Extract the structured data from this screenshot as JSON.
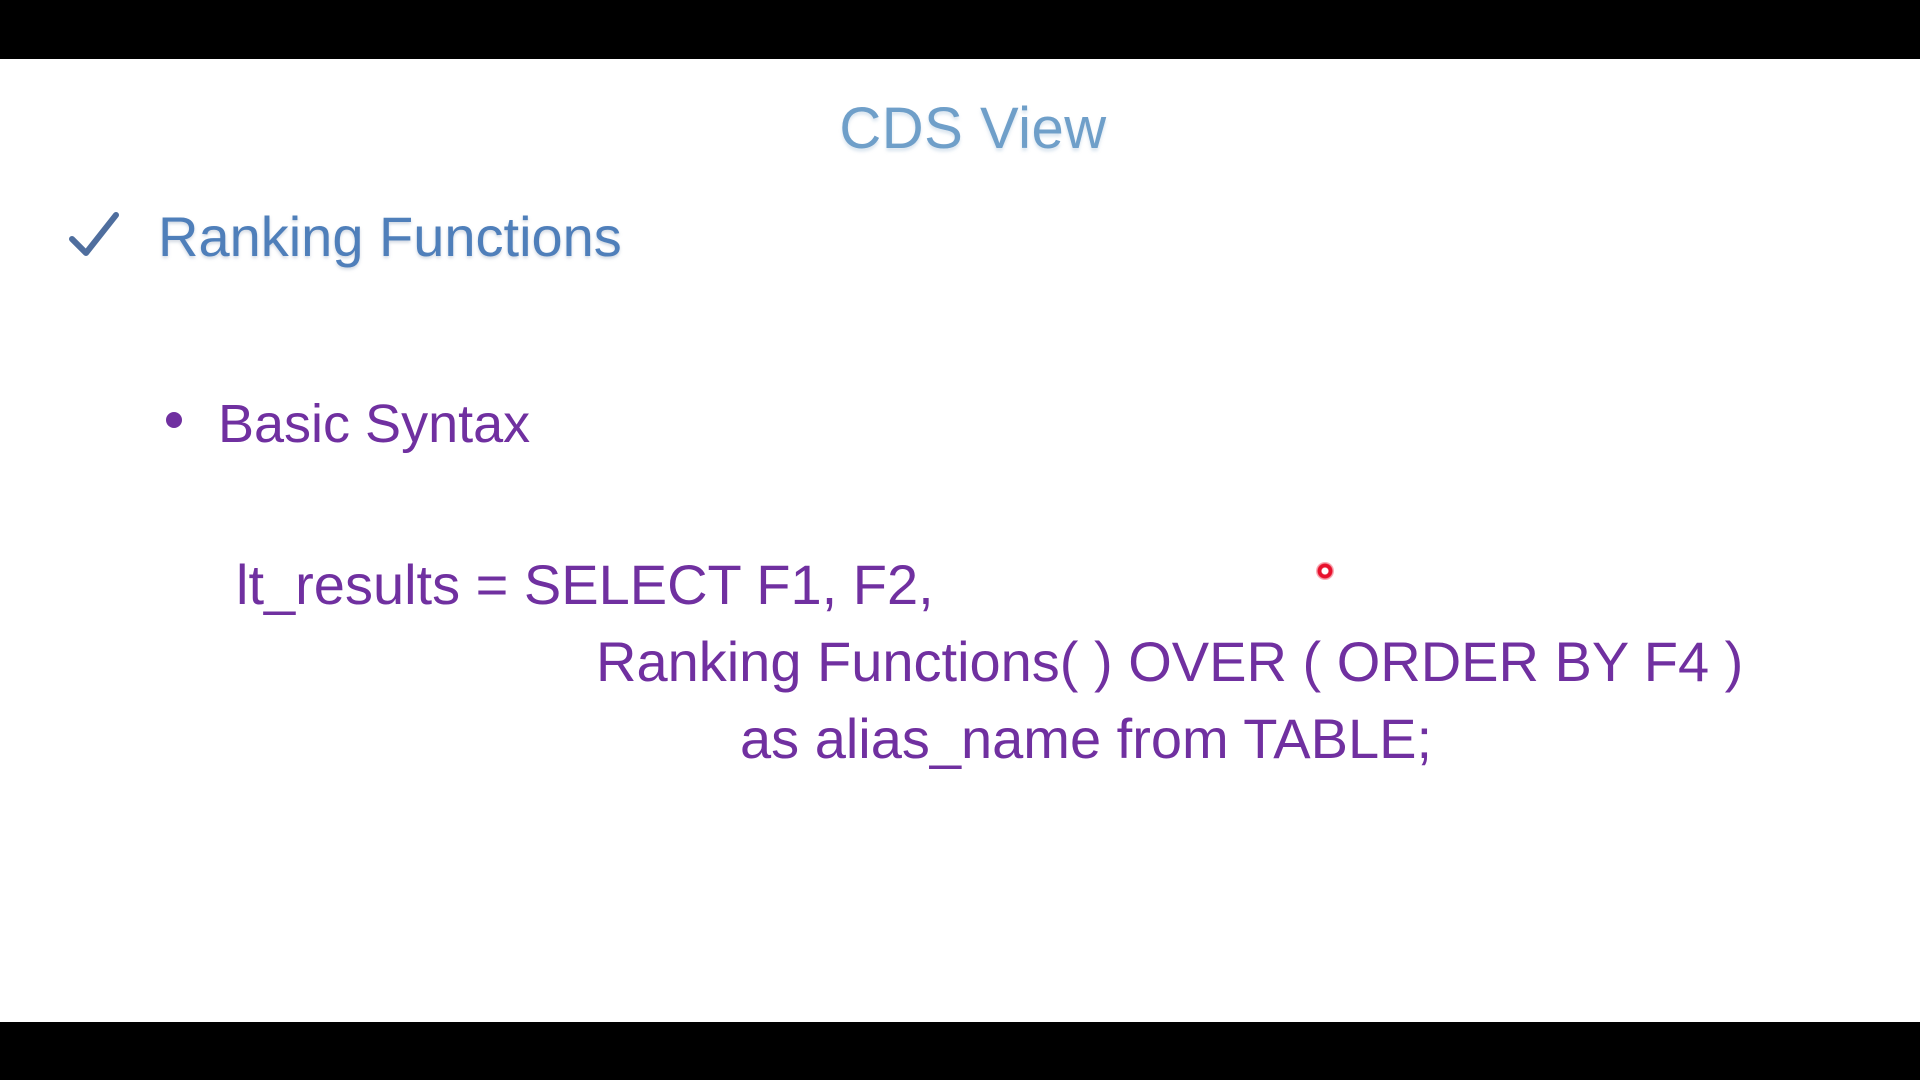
{
  "slide": {
    "title": "CDS View",
    "section_heading": "Ranking Functions",
    "bullet": "Basic Syntax",
    "code": {
      "line1": "lt_results = SELECT F1, F2,",
      "line2": "Ranking Functions( ) OVER ( ORDER BY F4 )",
      "line3": "as alias_name from TABLE;"
    }
  },
  "icons": {
    "check": "check-icon",
    "pointer": "laser-pointer-icon"
  },
  "colors": {
    "title": "#6f9fc9",
    "heading": "#4f7fba",
    "body": "#7030a0",
    "pointer": "#e8112d",
    "letterbox": "#000000",
    "background": "#ffffff"
  }
}
